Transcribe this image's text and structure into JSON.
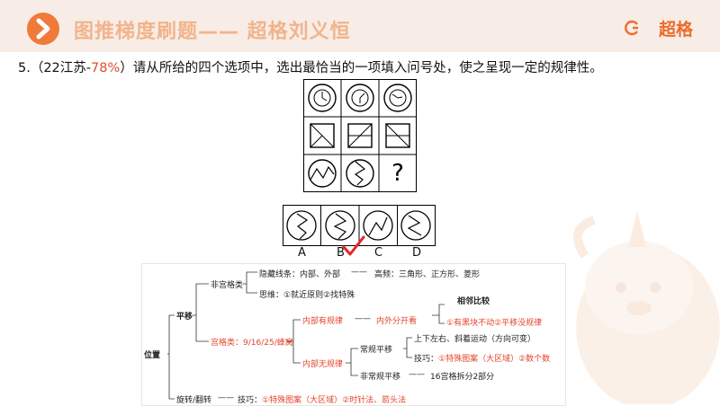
{
  "header": {
    "title": "图推梯度刷题—— 超格刘义恒",
    "brand": "超格"
  },
  "question": {
    "prefix": "5.（22江苏-",
    "percent": "78%",
    "suffix": "）请从所给的四个选项中，选出最恰当的一项填入问号处，使之呈现一定的规律性。",
    "unknown_mark": "?"
  },
  "options": [
    "A",
    "B",
    "C",
    "D"
  ],
  "selected_option": "B",
  "mindmap": {
    "root": "位置",
    "translation": "平移",
    "non_grid": "非宫格类",
    "hidden_clue": "隐藏线条：内部、外部",
    "high_freq": "高频：三角形、正方形、菱形",
    "thinking": "思维：①就近原则②找特殊",
    "grid_type": "宫格类：9/16/25/蜂窝",
    "inner_regular": "内部有规律",
    "inner_outer": "内外分开看",
    "compare_title": "相邻比较",
    "compare_items": "①有黑块不动②平移没规律",
    "inner_irregular": "内部无规律",
    "normal_shift": "常规平移",
    "directions": "上下左右、斜着运动（方向可变）",
    "tips1_prefix": "技巧：",
    "tips1_red": "①特殊图案（大区域）②数个数",
    "abnormal_shift": "非常规平移",
    "grid_split": "16宫格拆分2部分",
    "rotate": "旋转/翻转",
    "tips2_prefix": "技巧：",
    "tips2_red": "①特殊图案（大区域）②时针法、箭头法",
    "dash": "——"
  }
}
